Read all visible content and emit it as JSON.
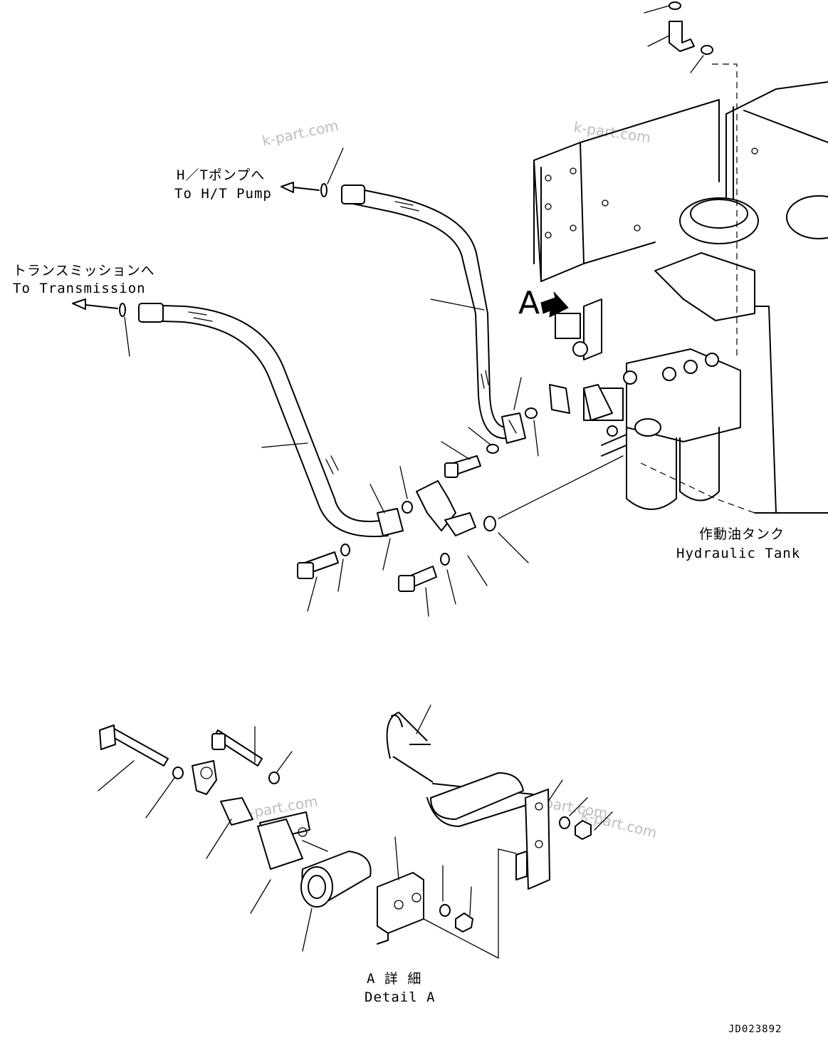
{
  "labels": {
    "ht_pump_jp": "H／Tポンプへ",
    "ht_pump_en": "To H/T Pump",
    "transmission_jp": "トランスミッションへ",
    "transmission_en": "To Transmission",
    "view_a": "A",
    "hyd_tank_jp": "作動油タンク",
    "hyd_tank_en": "Hydraulic Tank",
    "detail_jp": "A 詳 細",
    "detail_en": "Detail A",
    "drawing_no": "JD023892"
  },
  "watermarks": [
    "k-part.com",
    "k-part.com",
    "k-part.com",
    "k-part.com",
    "k-part.com"
  ],
  "colors": {
    "line": "#000000",
    "background": "#ffffff",
    "watermark": "#bdbdbd"
  }
}
